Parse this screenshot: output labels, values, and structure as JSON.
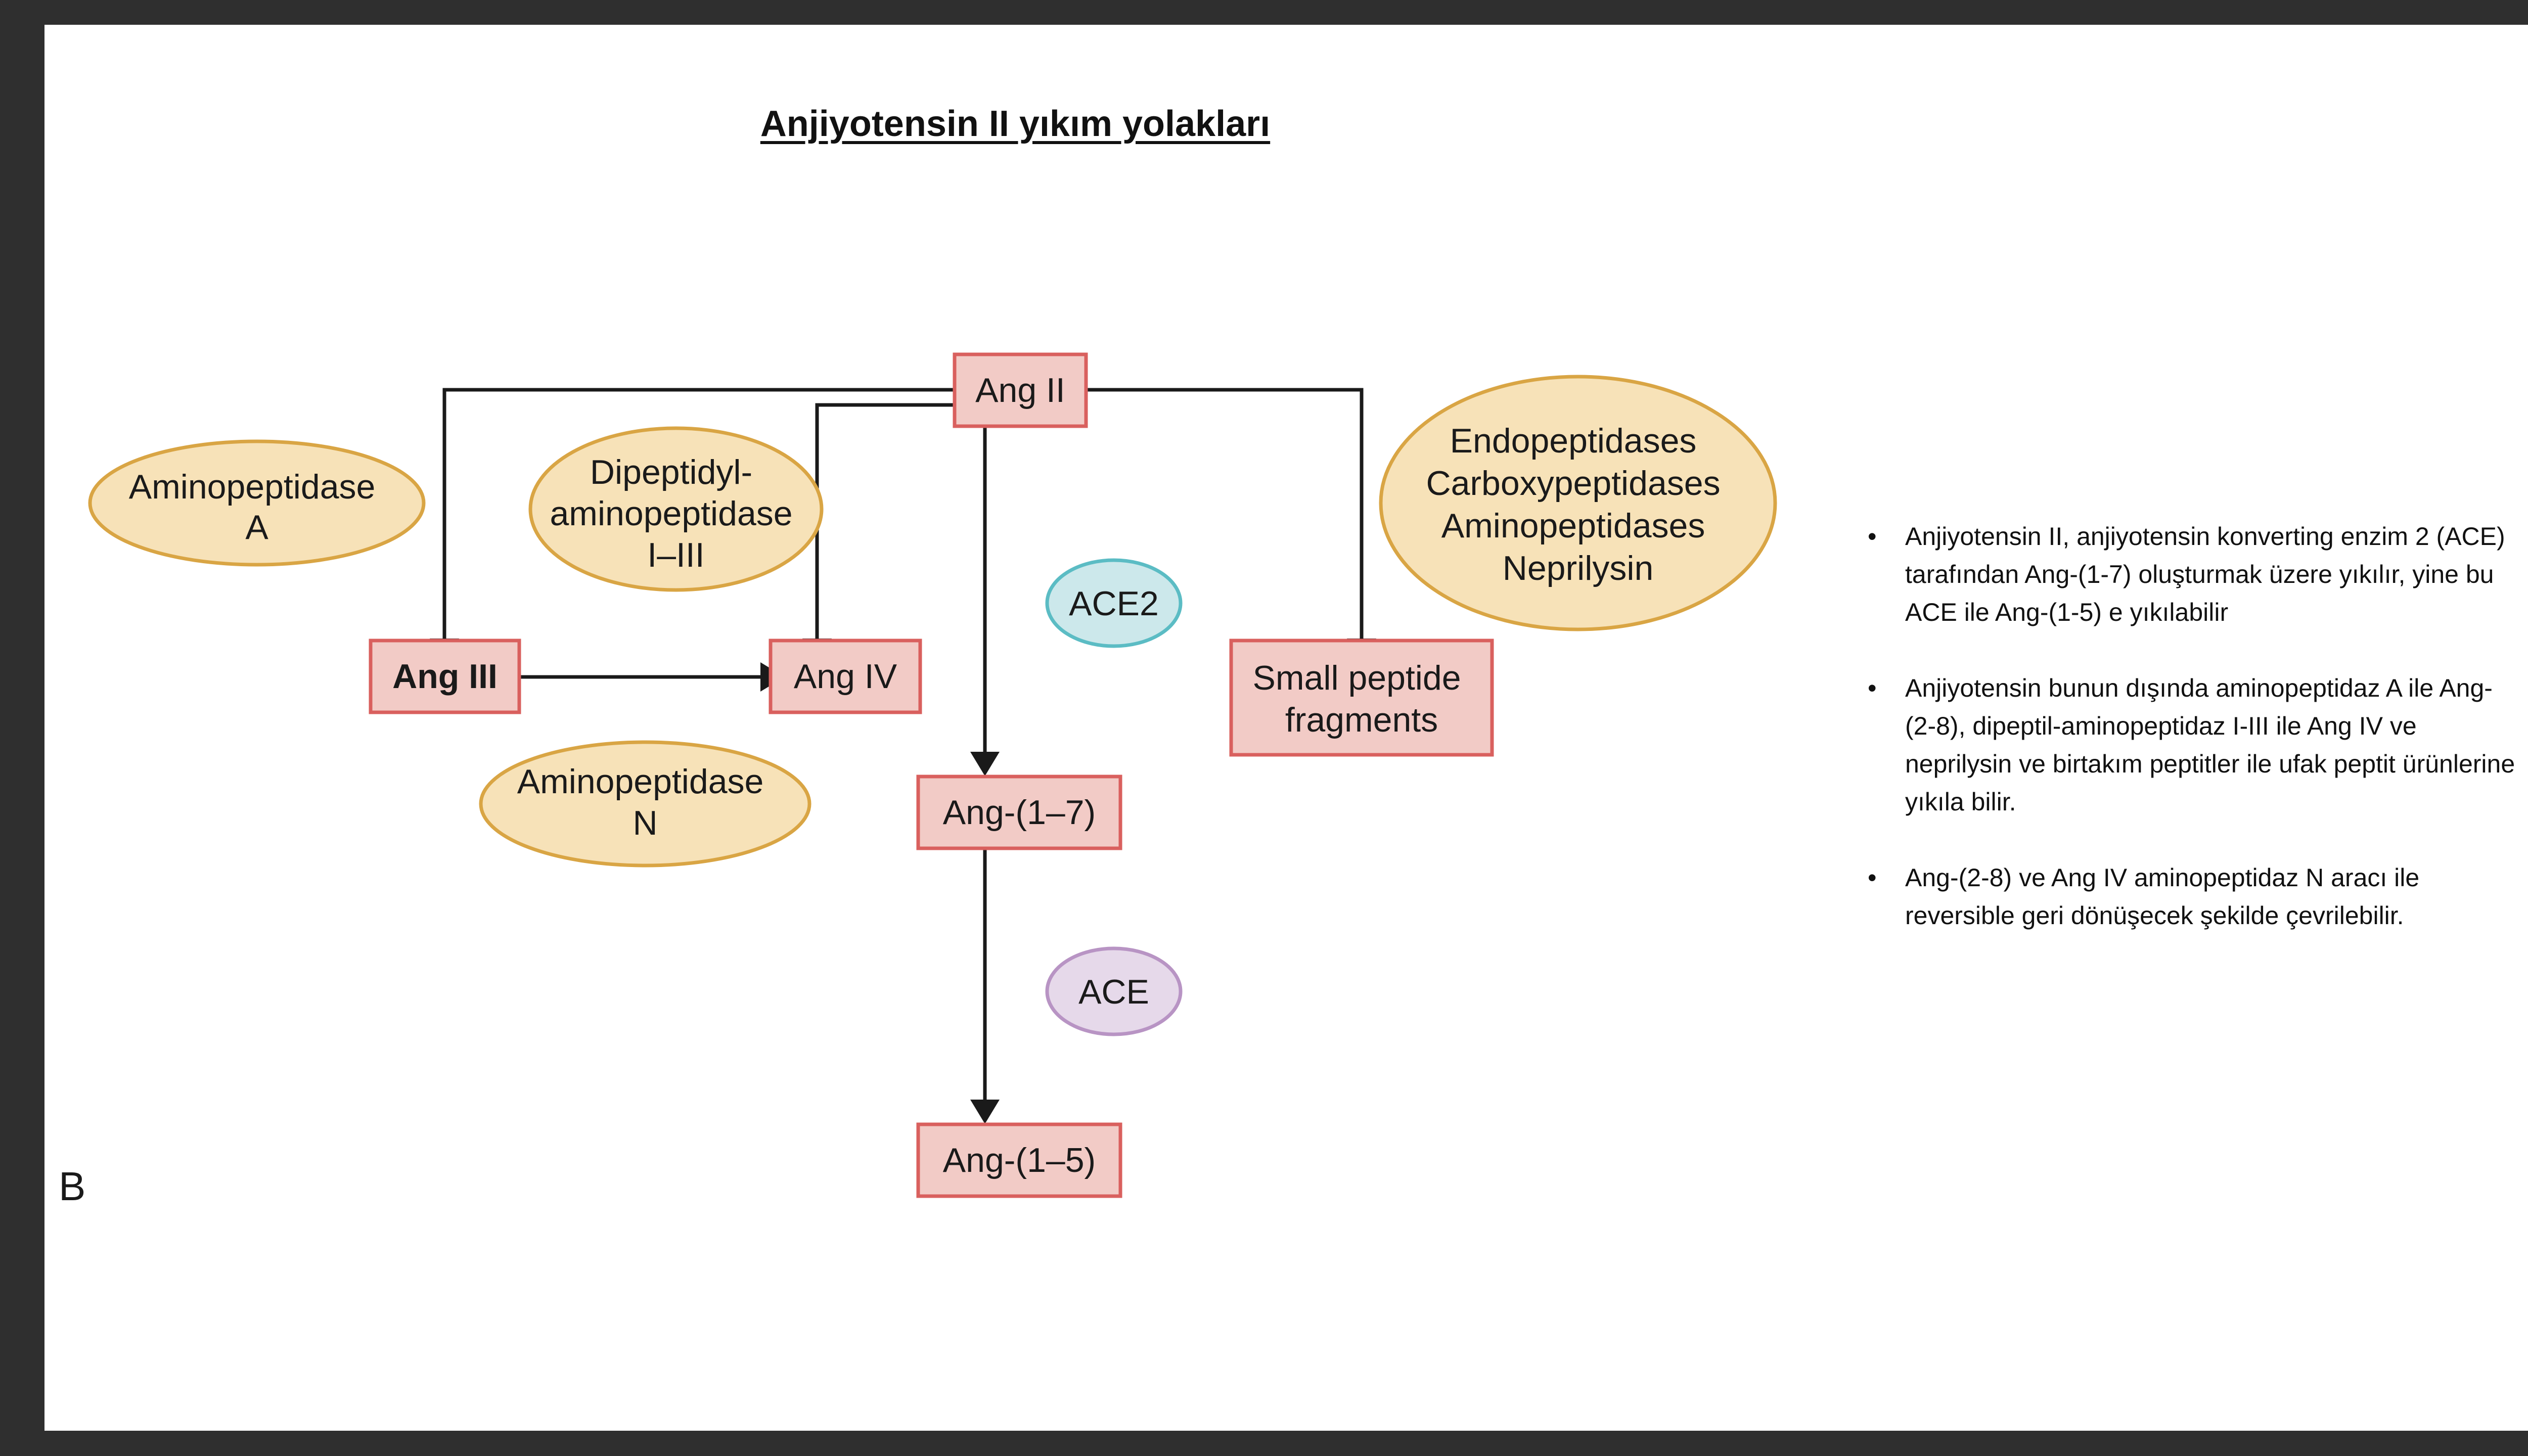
{
  "title": "Anjiyotensin II yıkım yolakları",
  "panel_label": "B",
  "colors": {
    "background_frame": "#2f2f2f",
    "slide": "#ffffff",
    "node_fill": "#f2cbc6",
    "node_border": "#d9605e",
    "enzyme_fill": "#f7e2b8",
    "enzyme_border": "#d9a544",
    "ace2_fill": "#cce8eb",
    "ace2_border": "#5bbcc4",
    "ace_fill": "#e6d9ea",
    "ace_border": "#b894c4",
    "arrow": "#1a1a1a"
  },
  "diagram": {
    "nodes": {
      "ang2": "Ang II",
      "ang3": "Ang III",
      "ang4": "Ang IV",
      "ang17": "Ang-(1–7)",
      "ang15": "Ang-(1–5)",
      "fragments": [
        "Small peptide",
        "fragments"
      ]
    },
    "enzymes": {
      "aminopeptidase_a": [
        "Aminopeptidase",
        "A"
      ],
      "dipeptidyl": [
        "Dipeptidyl-",
        "aminopeptidase",
        "I–III"
      ],
      "aminopeptidase_n": [
        "Aminopeptidase",
        "N"
      ],
      "ace2": "ACE2",
      "ace": "ACE",
      "peptidases": [
        "Endopeptidases",
        "Carboxypeptidases",
        "Aminopeptidases",
        "Neprilysin"
      ]
    }
  },
  "bullets": [
    {
      "symbol": "•",
      "text": "Anjiyotensin II, anjiyotensin konverting enzim 2 (ACE) tarafından Ang-(1-7) oluşturmak üzere yıkılır, yine bu ACE ile Ang-(1-5) e yıkılabilir"
    },
    {
      "symbol": "•",
      "text": "Anjiyotensin bunun dışında aminopeptidaz A ile Ang-(2-8), dipeptil-aminopeptidaz I-III ile Ang IV ve neprilysin ve birtakım peptitler ile ufak peptit ürünlerine yıkıla bilir."
    },
    {
      "symbol": "•",
      "text": "Ang-(2-8) ve Ang IV aminopeptidaz N aracı ile reversible geri dönüşecek şekilde çevrilebilir."
    }
  ]
}
